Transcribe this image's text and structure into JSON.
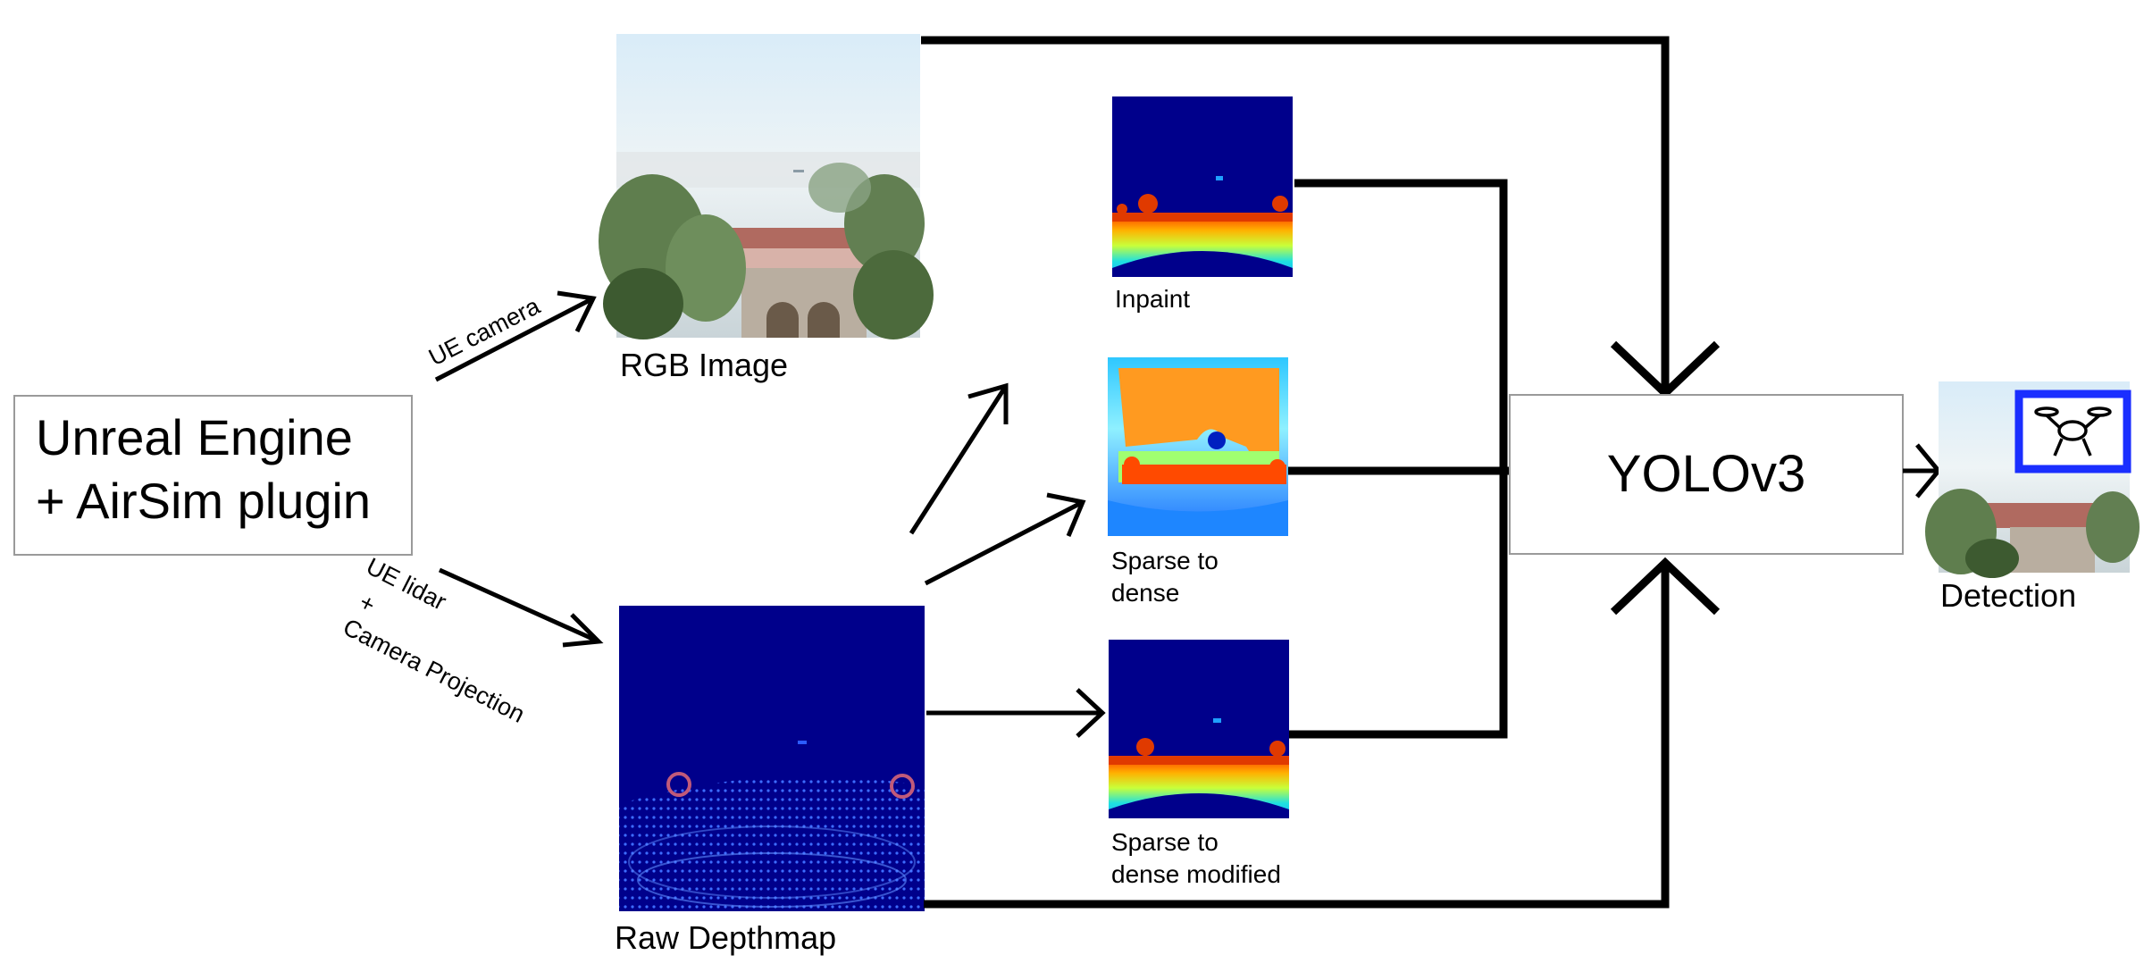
{
  "nodes": {
    "source": {
      "line1": "Unreal Engine",
      "line2": "+ AirSim plugin"
    },
    "rgb_image": {
      "caption": "RGB Image"
    },
    "raw_depthmap": {
      "caption": "Raw Depthmap"
    },
    "inpaint": {
      "caption": "Inpaint"
    },
    "sparse_to_dense": {
      "caption_line1": "Sparse to",
      "caption_line2": "dense"
    },
    "sparse_to_dense_modified": {
      "caption_line1": "Sparse to",
      "caption_line2": "dense modified"
    },
    "detector": {
      "label": "YOLOv3"
    },
    "detection": {
      "caption": "Detection"
    }
  },
  "edges": {
    "camera": {
      "label": "UE camera"
    },
    "lidar": {
      "line1": "UE lidar",
      "line2": "+",
      "line3": "Camera Projection"
    }
  },
  "colors": {
    "depth_background": "#00008b",
    "line": "#000000",
    "detection_box": "#1a2eff"
  }
}
